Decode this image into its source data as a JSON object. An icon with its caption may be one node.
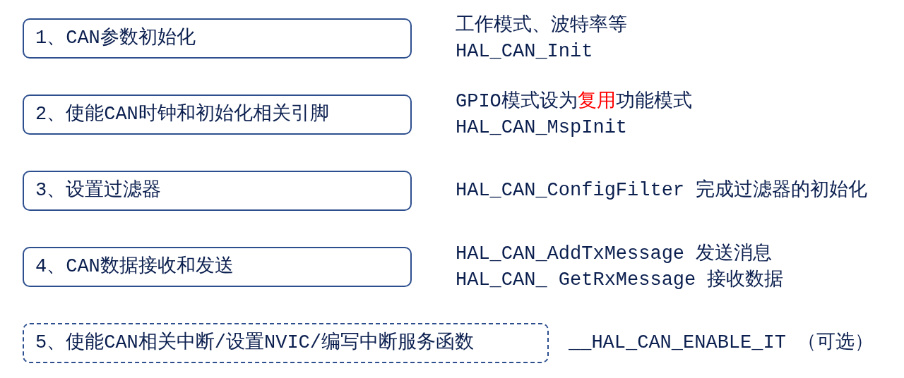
{
  "diagram": {
    "nodes": [
      {
        "text": [
          "1、CAN参数初始化"
        ],
        "beside": [
          "工作模式、波特率等",
          "HAL_CAN_Init"
        ]
      },
      {
        "text": [
          "2、使能CAN时钟和初始化相关引脚"
        ],
        "beside": [
          "GPIO模式设为**复用**功能模式",
          "HAL_CAN_MspInit"
        ]
      },
      {
        "text": [
          "3、设置过滤器"
        ],
        "beside": [
          "HAL_CAN_ConfigFilter 完成过滤器的初始化"
        ]
      },
      {
        "text": [
          "4、CAN数据接收和发送"
        ],
        "beside": [
          "HAL_CAN_AddTxMessage 发送消息",
          "HAL_CAN_ GetRxMessage 接收数据"
        ]
      },
      {
        "text": [
          "5、使能CAN相关中断/设置NVIC/编写中断服务函数"
        ],
        "beside": [
          "__HAL_CAN_ENABLE_IT （可选）"
        ]
      }
    ]
  }
}
